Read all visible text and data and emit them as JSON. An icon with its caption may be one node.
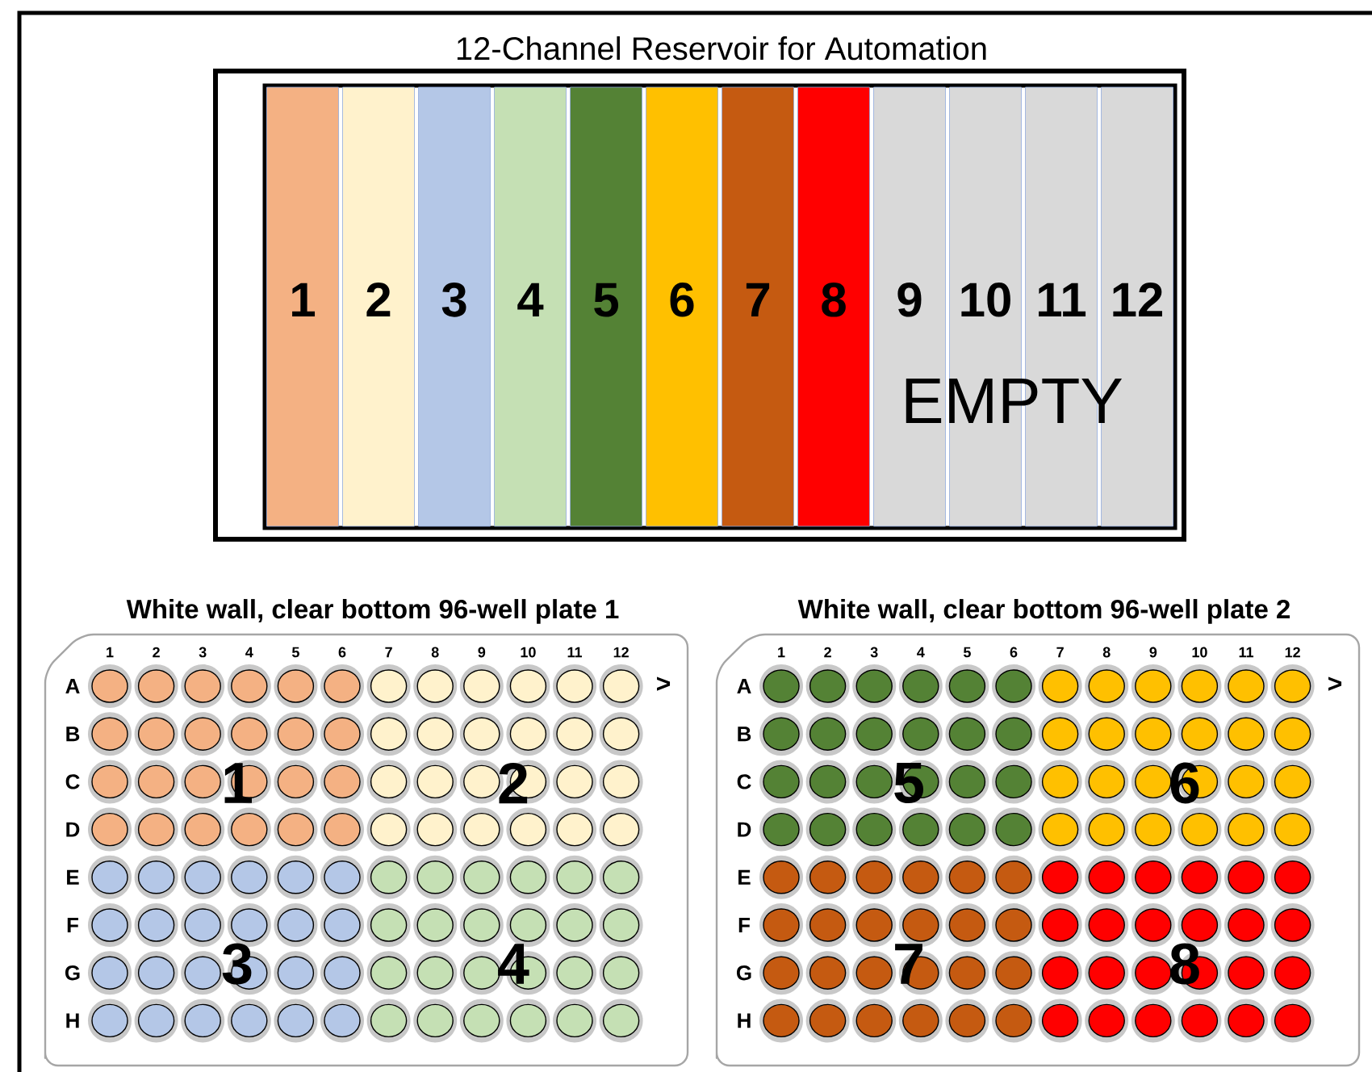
{
  "diagram": {
    "nodes": [
      {
        "text": [
          "12-Channel Reservoir for Automation"
        ]
      },
      {
        "text": [
          "1"
        ],
        "in": 0
      },
      {
        "text": [
          "2"
        ],
        "in": 0
      },
      {
        "text": [
          "3"
        ],
        "in": 0
      },
      {
        "text": [
          "4"
        ],
        "in": 0
      },
      {
        "text": [
          "5"
        ],
        "in": 0
      },
      {
        "text": [
          "6"
        ],
        "in": 0
      },
      {
        "text": [
          "7"
        ],
        "in": 0
      },
      {
        "text": [
          "8"
        ],
        "in": 0
      },
      {
        "text": [
          "9"
        ],
        "in": 0
      },
      {
        "text": [
          "10"
        ],
        "in": 0
      },
      {
        "text": [
          "11"
        ],
        "in": 0
      },
      {
        "text": [
          "12"
        ],
        "in": 0
      },
      {
        "text": [
          "White wall, clear bottom 96-well plate 1"
        ]
      },
      {
        "text": [
          "White wall, clear bottom 96-well plate 2"
        ]
      }
    ],
    "labels": [
      "EMPTY",
      "1",
      "2",
      "3",
      "4",
      "5",
      "6",
      "7",
      "8",
      "9",
      "10",
      "11",
      "12",
      "A",
      "B",
      "C",
      "D",
      "E",
      "F",
      "G",
      "H",
      ">",
      "1",
      "2",
      "3",
      "4",
      "1",
      "2",
      "3",
      "4",
      "5",
      "6",
      "7",
      "8",
      "9",
      "10",
      "11",
      "12",
      "A",
      "B",
      "C",
      "D",
      "E",
      "F",
      "G",
      "H",
      ">",
      "5",
      "6",
      "7",
      "8"
    ]
  }
}
